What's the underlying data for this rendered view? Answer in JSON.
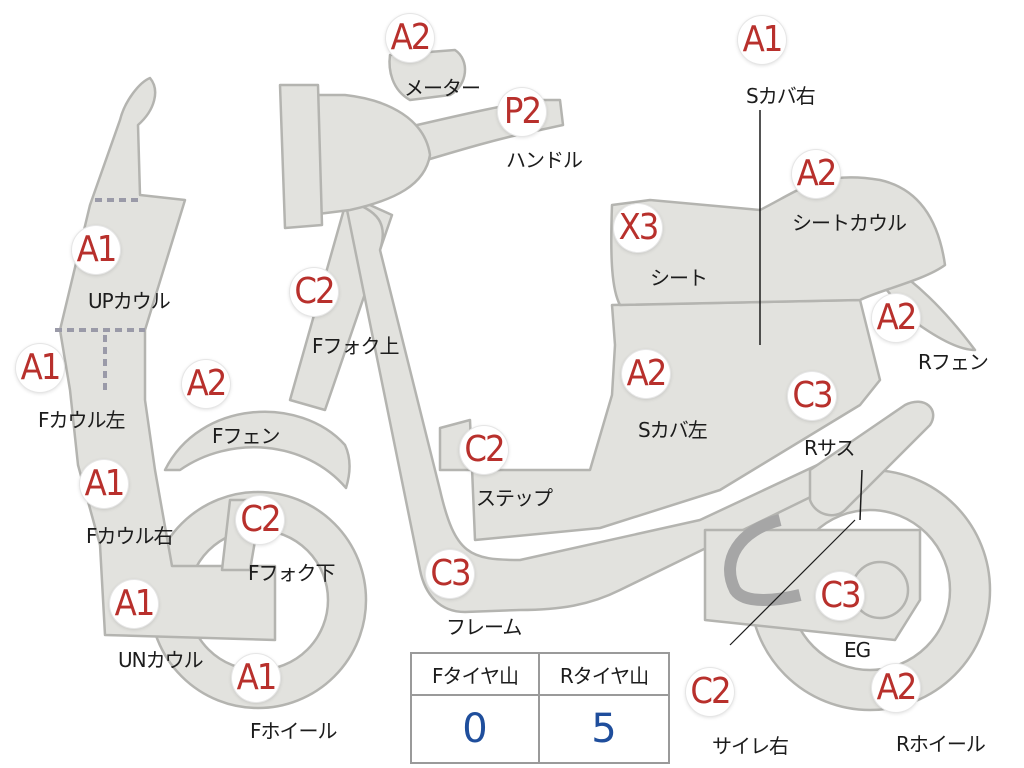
{
  "parts": [
    {
      "id": "meter",
      "grade": "A2",
      "name": "メーター"
    },
    {
      "id": "s-cover-right",
      "grade": "A1",
      "name": "Sカバ右"
    },
    {
      "id": "handle",
      "grade": "P2",
      "name": "ハンドル"
    },
    {
      "id": "seat-cowl",
      "grade": "A2",
      "name": "シートカウル"
    },
    {
      "id": "seat",
      "grade": "X3",
      "name": "シート"
    },
    {
      "id": "up-cowl",
      "grade": "A1",
      "name": "UPカウル"
    },
    {
      "id": "f-fork-upper",
      "grade": "C2",
      "name": "Fフォク上"
    },
    {
      "id": "r-fender",
      "grade": "A2",
      "name": "Rフェン"
    },
    {
      "id": "f-cowl-left",
      "grade": "A1",
      "name": "Fカウル左"
    },
    {
      "id": "f-fender",
      "grade": "A2",
      "name": "Fフェン"
    },
    {
      "id": "s-cover-left",
      "grade": "A2",
      "name": "Sカバ左"
    },
    {
      "id": "r-suspension",
      "grade": "C3",
      "name": "Rサス"
    },
    {
      "id": "step",
      "grade": "C2",
      "name": "ステップ"
    },
    {
      "id": "f-cowl-right",
      "grade": "A1",
      "name": "Fカウル右"
    },
    {
      "id": "f-fork-lower",
      "grade": "C2",
      "name": "Fフォク下"
    },
    {
      "id": "frame",
      "grade": "C3",
      "name": "フレーム"
    },
    {
      "id": "un-cowl",
      "grade": "A1",
      "name": "UNカウル"
    },
    {
      "id": "engine",
      "grade": "C3",
      "name": "EG"
    },
    {
      "id": "f-wheel",
      "grade": "A1",
      "name": "Fホイール"
    },
    {
      "id": "muffler-right",
      "grade": "C2",
      "name": "サイレ右"
    },
    {
      "id": "r-wheel",
      "grade": "A2",
      "name": "Rホイール"
    }
  ],
  "tire_table": {
    "headers": [
      "Fタイヤ山",
      "Rタイヤ山"
    ],
    "values": [
      "0",
      "5"
    ]
  },
  "colors": {
    "grade_text": "#b8302c",
    "tire_value": "#1f4e9c",
    "part_fill": "#e2e2de",
    "part_stroke": "#b4b4b0"
  }
}
